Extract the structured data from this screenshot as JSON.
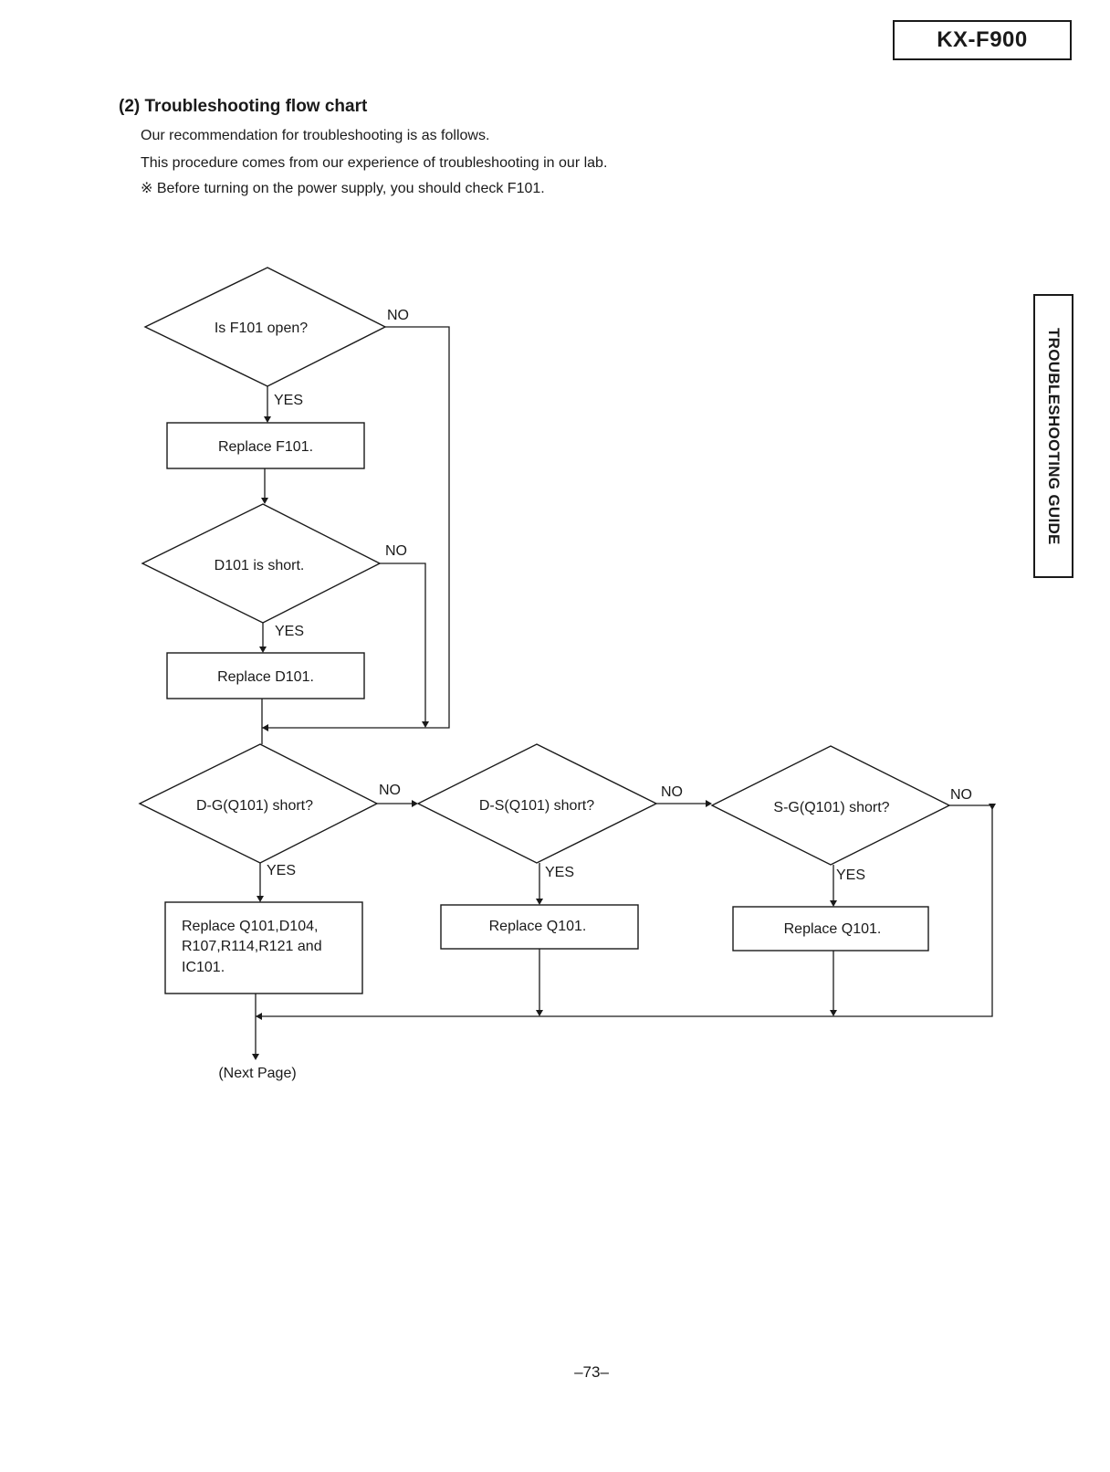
{
  "header": {
    "model": "KX-F900"
  },
  "side_tab": {
    "label": "TROUBLESHOOTING GUIDE"
  },
  "section": {
    "title": "(2) Troubleshooting flow chart",
    "intro_lines": [
      "Our recommendation for troubleshooting is as follows.",
      "This procedure comes from our experience of troubleshooting in our lab.",
      "※ Before turning on the power supply, you should check F101."
    ]
  },
  "flowchart": {
    "decisions": {
      "f101_open": "Is F101 open?",
      "d101_short": "D101 is short.",
      "dg_short": "D-G(Q101) short?",
      "ds_short": "D-S(Q101) short?",
      "sg_short": "S-G(Q101) short?"
    },
    "actions": {
      "replace_f101": "Replace F101.",
      "replace_d101": "Replace D101.",
      "replace_dg_lines": [
        "Replace Q101,D104,",
        "R107,R114,R121 and",
        "IC101."
      ],
      "replace_q101_ds": "Replace Q101.",
      "replace_q101_sg": "Replace Q101."
    },
    "labels": {
      "yes": "YES",
      "no": "NO"
    },
    "continuation": "(Next Page)"
  },
  "footer": {
    "page_number": "–73–"
  }
}
